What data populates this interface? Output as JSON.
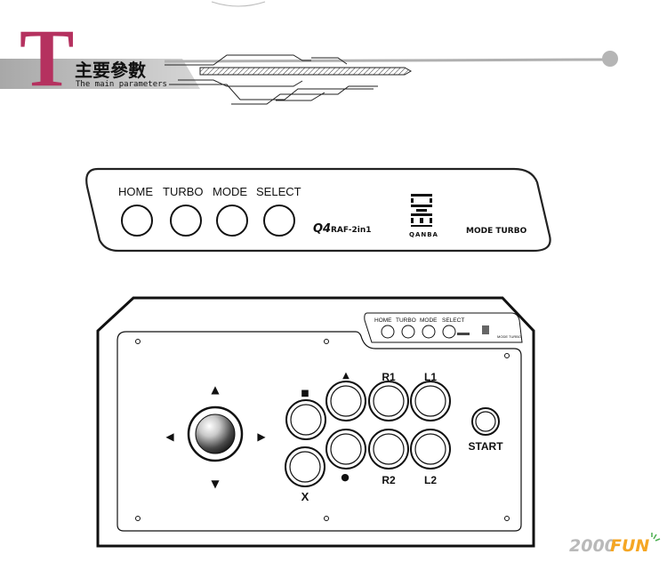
{
  "header": {
    "logo_letter": "T",
    "title": "主要參數",
    "subtitle": "The main parameters",
    "accent_color": "#b5315f",
    "band_color": "#bfbfbf"
  },
  "top_panel": {
    "buttons": [
      "HOME",
      "TURBO",
      "MODE",
      "SELECT"
    ],
    "model": "RAF-2in1",
    "model_prefix": "Q4",
    "brand": "QANBA",
    "mode_turbo": "MODE TURBO"
  },
  "controller": {
    "mini_panel": {
      "buttons": [
        "HOME",
        "TURBO",
        "MODE",
        "SELECT"
      ],
      "mode_turbo": "MODE TURBO"
    },
    "dpad_arrows": [
      "▲",
      "◀",
      "▶",
      "▼"
    ],
    "top_row": [
      {
        "label": "■"
      },
      {
        "label": "▲"
      },
      {
        "label": "R1"
      },
      {
        "label": "L1"
      }
    ],
    "bottom_row": [
      {
        "label": "X"
      },
      {
        "label": "●"
      },
      {
        "label": "R2"
      },
      {
        "label": "L2"
      }
    ],
    "start_label": "START"
  },
  "watermark": {
    "text_a": "2000",
    "text_b": "FUN",
    "color_a": "#b9b9b9",
    "color_b": "#f5a623"
  }
}
